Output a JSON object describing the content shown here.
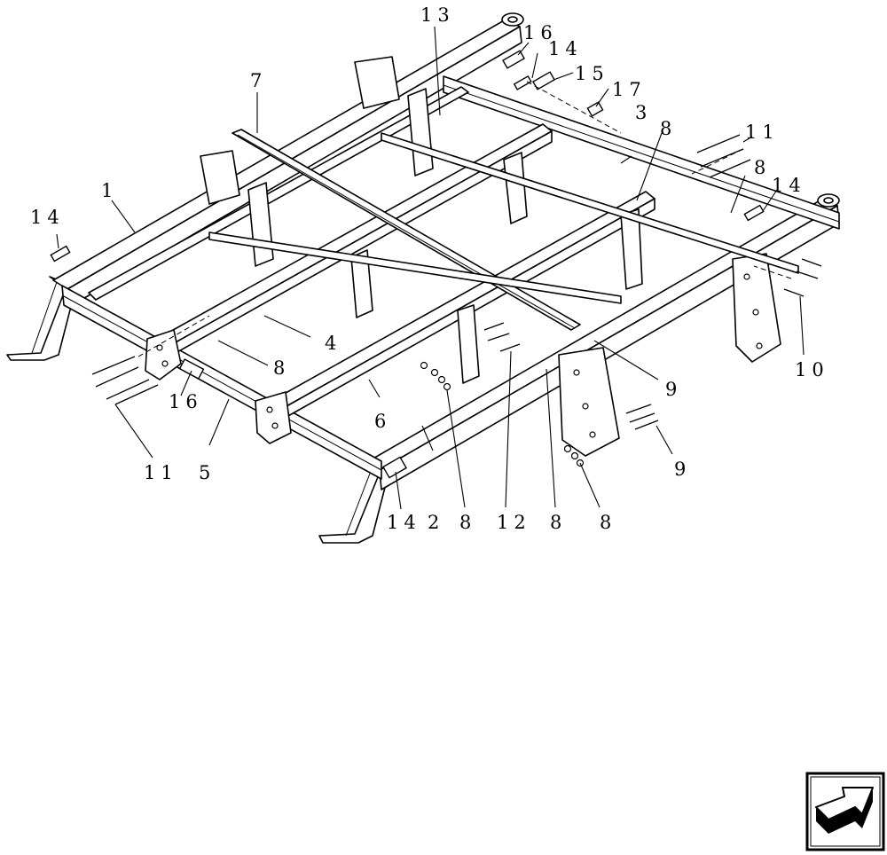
{
  "diagram": {
    "callouts": {
      "c1": "1",
      "c2": "2",
      "c3": "3",
      "c4": "4",
      "c5": "5",
      "c6": "6",
      "c7": "7",
      "c8a": "8",
      "c8b": "8",
      "c8c": "8",
      "c8d": "8",
      "c8e": "8",
      "c8f": "8",
      "c9a": "9",
      "c9b": "9",
      "c10": "10",
      "c11a": "11",
      "c11b": "11",
      "c12": "12",
      "c13": "13",
      "c14a": "14",
      "c14b": "14",
      "c14c": "14",
      "c14d": "14",
      "c15": "15",
      "c16a": "16",
      "c16b": "16",
      "c17": "17"
    },
    "nav_icon": "next-page-arrow-icon"
  }
}
